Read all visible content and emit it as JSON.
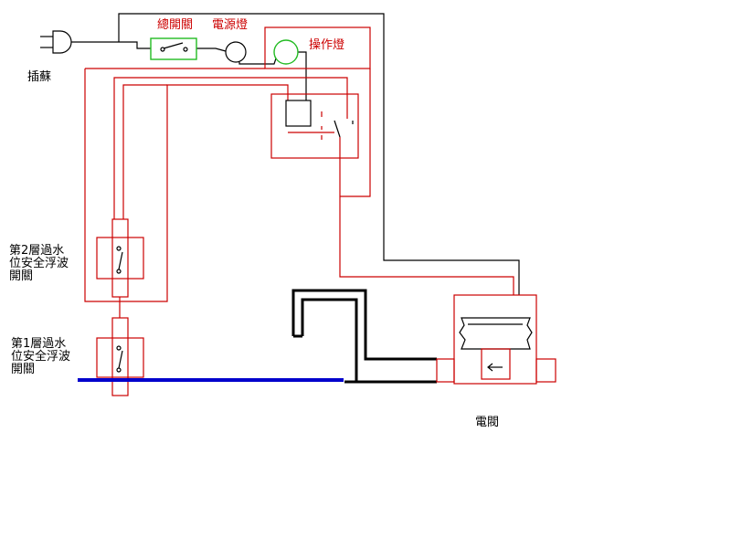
{
  "colors": {
    "wire_red": "#cc0000",
    "wire_black": "#000000",
    "switch_outline_green": "#22bb22",
    "water_level_blue": "#0000cc"
  },
  "labels": {
    "plug": "插蘇",
    "main_switch": "總開關",
    "power_light": "電源燈",
    "operation_light": "操作燈",
    "float_switch_2": [
      "第2層過水",
      "位安全浮波",
      "開關"
    ],
    "float_switch_1": [
      "第1層過水",
      "位安全浮波",
      "開關"
    ],
    "solenoid_valve": "電閥"
  }
}
